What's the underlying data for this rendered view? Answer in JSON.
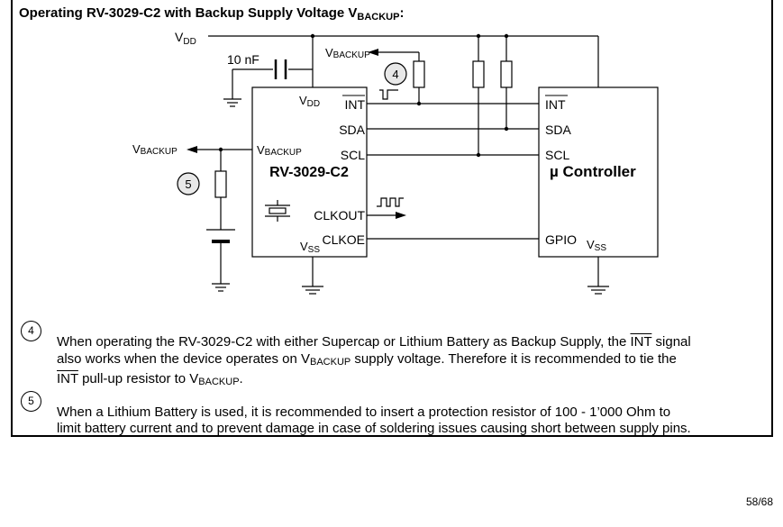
{
  "section": {
    "title_main": "Operating RV-3029-C2 with Backup Supply Voltage V",
    "title_sub": "BACKUP",
    "title_end": ":"
  },
  "diagram": {
    "vdd_top": "V",
    "vdd_top_sub": "DD",
    "capacitor_label": "10 nF",
    "vbackup_top": "V",
    "vbackup_top_sub": "BACKUP",
    "callout_4": "4",
    "callout_5": "5",
    "rtc": {
      "name": "RV-3029-C2",
      "pin_vdd": "V",
      "pin_vdd_sub": "DD",
      "pin_int": "INT",
      "pin_sda": "SDA",
      "pin_vbackup": "V",
      "pin_vbackup_sub": "BACKUP",
      "pin_scl": "SCL",
      "pin_clkout": "CLKOUT",
      "pin_clkoe": "CLKOE",
      "pin_vss": "V",
      "pin_vss_sub": "SS"
    },
    "mcu": {
      "name": "µ Controller",
      "pin_int": "INT",
      "pin_sda": "SDA",
      "pin_scl": "SCL",
      "pin_gpio": "GPIO",
      "pin_vss": "V",
      "pin_vss_sub": "SS"
    },
    "vbackup_left": "V",
    "vbackup_left_sub": "BACKUP"
  },
  "notes": {
    "note4_number": "4",
    "note4_line1_a": "When operating the RV-3029-C2 with either Supercap or Lithium Battery as Backup Supply, the ",
    "note4_line1_int": "INT",
    "note4_line1_b": " signal",
    "note4_line2_a": "also works when the device operates on V",
    "note4_line2_sub": "BACKUP",
    "note4_line2_b": " supply voltage. Therefore it is recommended to tie the",
    "note4_line3_int": "INT",
    "note4_line3_a": " pull-up resistor to V",
    "note4_line3_sub": "BACKUP",
    "note4_line3_b": ".",
    "note5_number": "5",
    "note5_line1": "When a Lithium Battery is used, it is recommended to insert a protection resistor of 100 - 1’000 Ohm to",
    "note5_line2": "limit battery current and to prevent damage in case of soldering issues causing short between supply pins."
  },
  "footer": {
    "page_number": "58/68"
  }
}
